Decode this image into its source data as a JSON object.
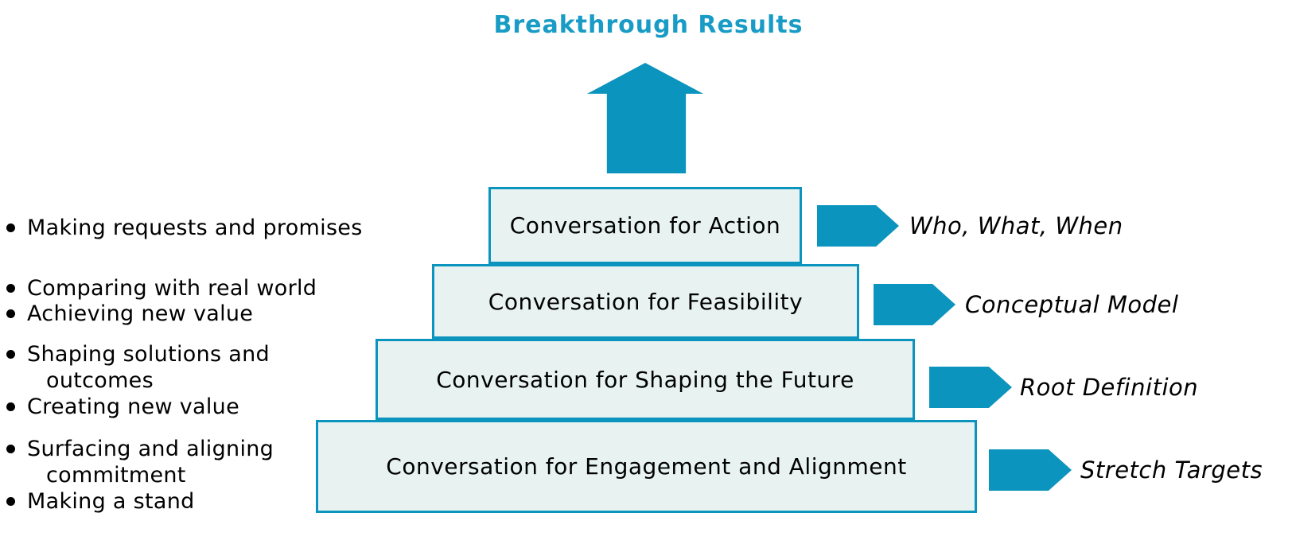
{
  "title": "Breakthrough Results",
  "colors": {
    "teal": "#0b94bd",
    "title_teal": "#189cc6",
    "box_fill": "#e8f3f1",
    "text": "#000000",
    "background": "#ffffff"
  },
  "pyramid": {
    "levels": [
      {
        "label": "Conversation for Action",
        "output": "Who, What, When"
      },
      {
        "label": "Conversation for Feasibility",
        "output": "Conceptual Model"
      },
      {
        "label": "Conversation for Shaping the Future",
        "output": "Root Definition"
      },
      {
        "label": "Conversation for Engagement and Alignment",
        "output": "Stretch Targets"
      }
    ]
  },
  "bullets": [
    {
      "text": "Making requests and promises",
      "text2": ""
    },
    {
      "text": "Comparing with real world",
      "text2": ""
    },
    {
      "text": "Achieving new value",
      "text2": ""
    },
    {
      "text": "Shaping solutions and",
      "text2": "outcomes"
    },
    {
      "text": "Creating new value",
      "text2": ""
    },
    {
      "text": "Surfacing and aligning",
      "text2": "commitment"
    },
    {
      "text": "Making a stand",
      "text2": ""
    }
  ]
}
